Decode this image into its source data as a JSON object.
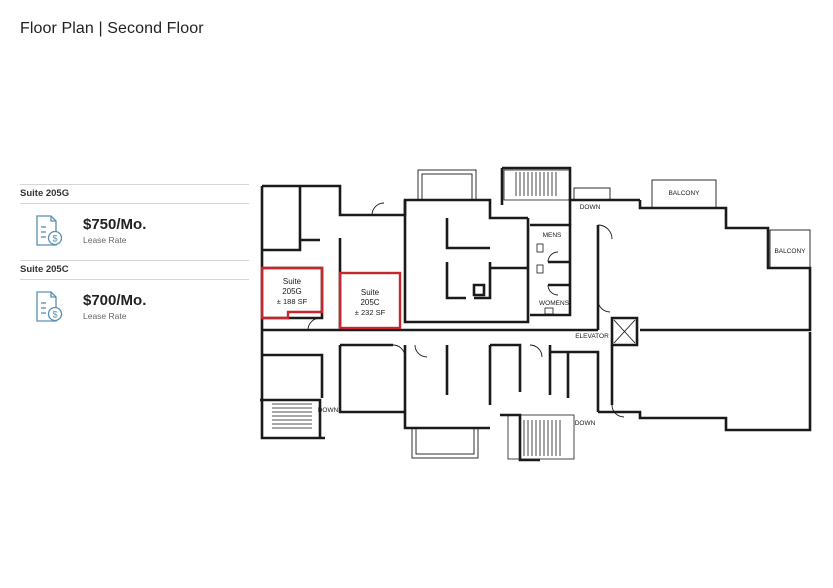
{
  "title": "Floor Plan | Second Floor",
  "suites": [
    {
      "label": "Suite 205G",
      "price": "$750/Mo.",
      "caption": "Lease Rate",
      "icon": "lease-document-dollar-icon"
    },
    {
      "label": "Suite 205C",
      "price": "$700/Mo.",
      "caption": "Lease Rate",
      "icon": "lease-document-dollar-icon"
    }
  ],
  "plan": {
    "highlights": [
      {
        "line1": "Suite",
        "line2": "205G",
        "area": "± 188 SF"
      },
      {
        "line1": "Suite",
        "line2": "205C",
        "area": "± 232 SF"
      }
    ],
    "labels": {
      "balcony_1": "BALCONY",
      "balcony_2": "BALCONY",
      "down_1": "DOWN",
      "down_2": "DOWN",
      "down_3": "DOWN",
      "mens": "MENS",
      "womens": "WOMENS",
      "elevator": "ELEVATOR"
    }
  },
  "colors": {
    "highlight": "#c8262e",
    "wall": "#1a1a1a",
    "icon": "#5b8fb0"
  }
}
